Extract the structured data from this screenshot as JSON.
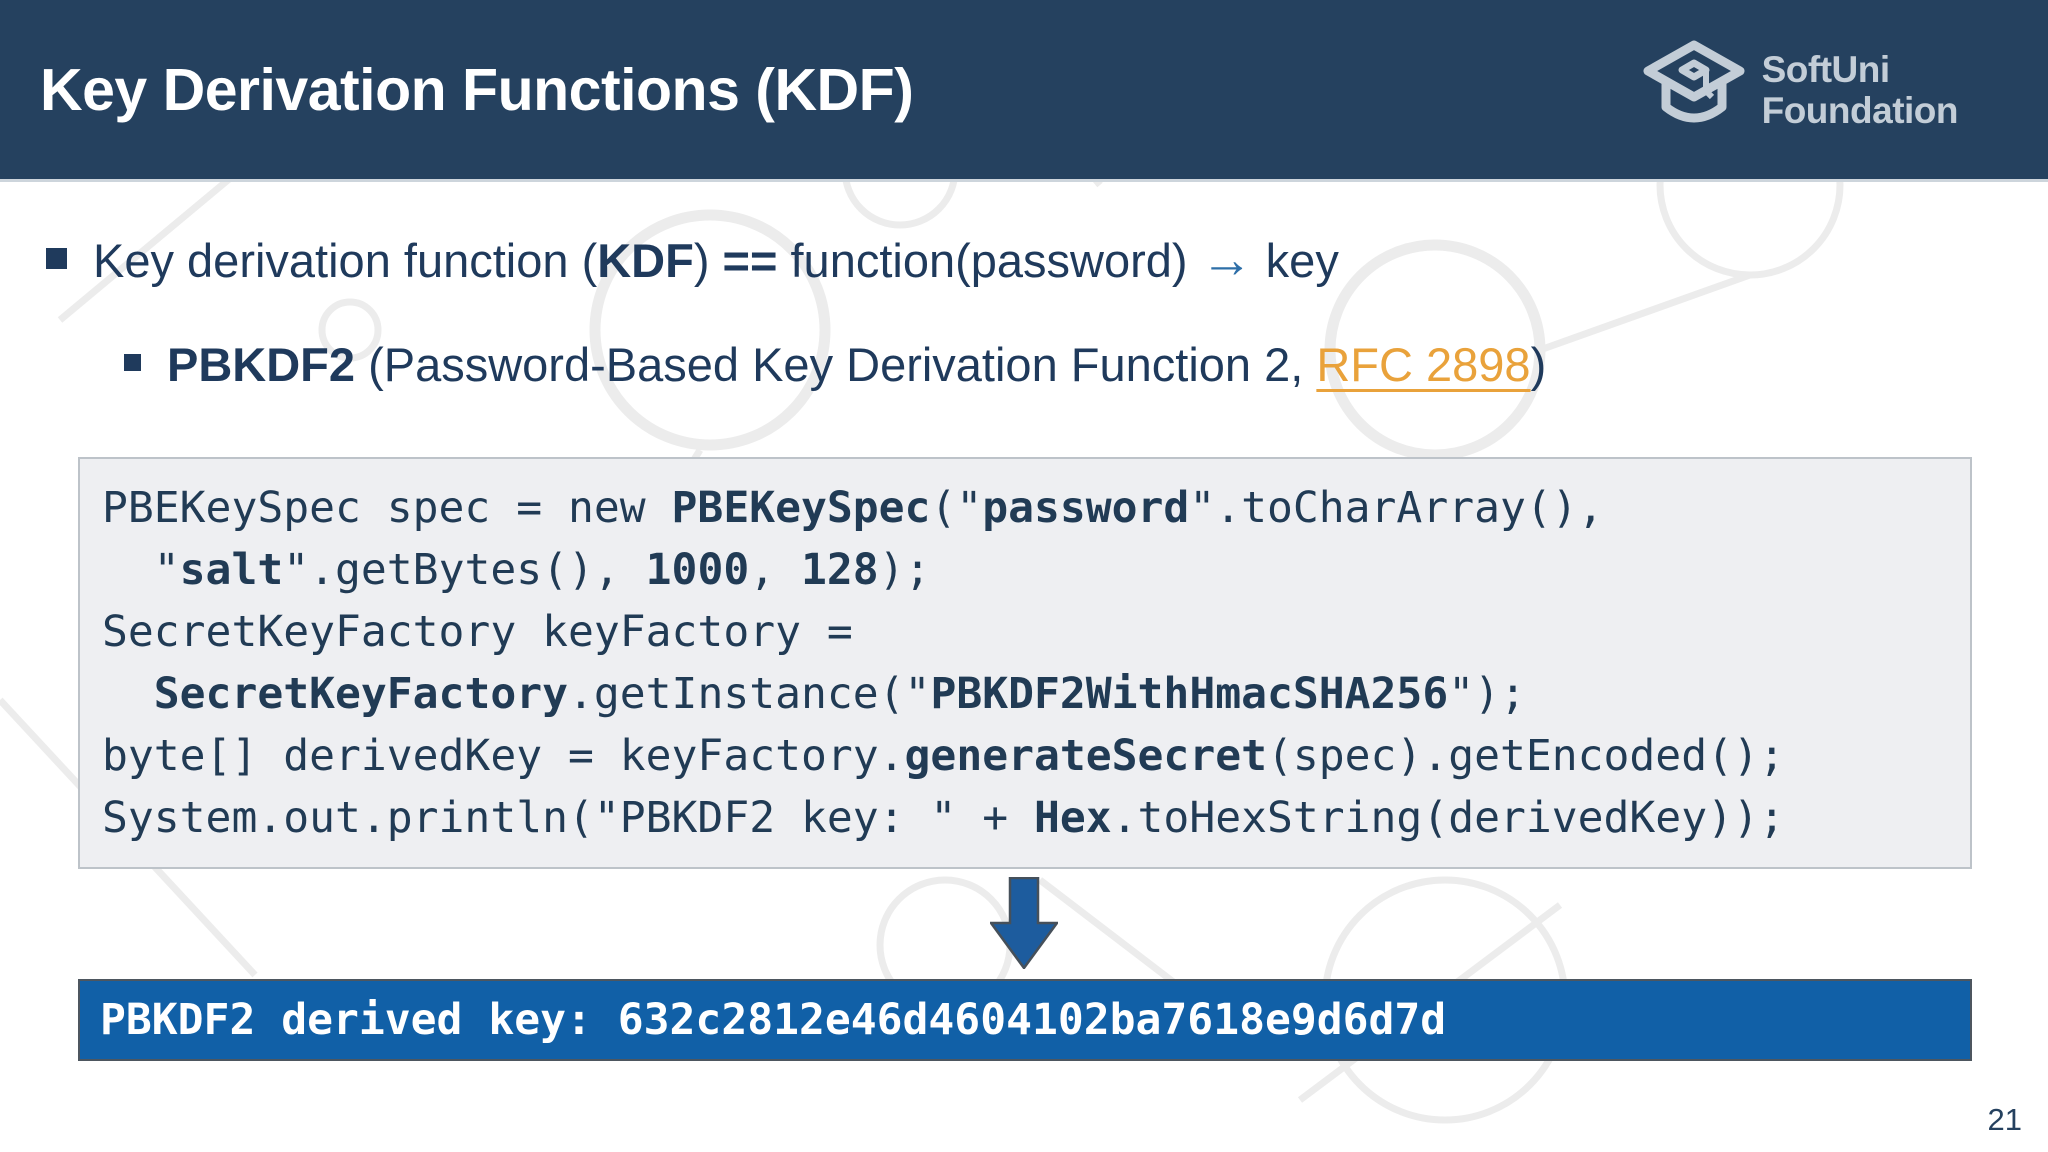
{
  "slide": {
    "header": {
      "title": "Key Derivation Functions (KDF)",
      "logo_line1": "SoftUni",
      "logo_line2": "Foundation"
    },
    "bullet1": {
      "pre": "Key derivation function (",
      "kdf": "KDF",
      "paren": ") ",
      "eq": "==",
      "mid": " function(password) ",
      "arrow": "→",
      "post": " key"
    },
    "bullet2": {
      "bold": "PBKDF2",
      "mid": " (Password-Based Key Derivation Function 2, ",
      "link": "RFC 2898",
      "post": ")"
    },
    "code": {
      "lines": [
        [
          {
            "text": "PBEKeySpec spec = new ",
            "bold": false
          },
          {
            "text": "PBEKeySpec",
            "bold": true
          },
          {
            "text": "(\"",
            "bold": false
          },
          {
            "text": "password",
            "bold": true
          },
          {
            "text": "\".toCharArray(),",
            "bold": false
          }
        ],
        [
          {
            "text": "  \"",
            "bold": false
          },
          {
            "text": "salt",
            "bold": true
          },
          {
            "text": "\".getBytes(), ",
            "bold": false
          },
          {
            "text": "1000",
            "bold": true
          },
          {
            "text": ", ",
            "bold": false
          },
          {
            "text": "128",
            "bold": true
          },
          {
            "text": ");",
            "bold": false
          }
        ],
        [
          {
            "text": "SecretKeyFactory keyFactory =",
            "bold": false
          }
        ],
        [
          {
            "text": "  ",
            "bold": false
          },
          {
            "text": "SecretKeyFactory",
            "bold": true
          },
          {
            "text": ".getInstance(\"",
            "bold": false
          },
          {
            "text": "PBKDF2WithHmacSHA256",
            "bold": true
          },
          {
            "text": "\");",
            "bold": false
          }
        ],
        [
          {
            "text": "byte[] derivedKey = keyFactory.",
            "bold": false
          },
          {
            "text": "generateSecret",
            "bold": true
          },
          {
            "text": "(spec).getEncoded();",
            "bold": false
          }
        ],
        [
          {
            "text": "System.out.println(\"PBKDF2 key: \" + ",
            "bold": false
          },
          {
            "text": "Hex",
            "bold": true
          },
          {
            "text": ".toHexString(derivedKey));",
            "bold": false
          }
        ]
      ]
    },
    "output": "PBKDF2 derived key: 632c2812e46d4604102ba7618e9d6d7d",
    "page_number": "21",
    "colors": {
      "header_bg": "#25415F",
      "body_text": "#1F3A5C",
      "link_orange": "#E9A23B",
      "code_bg": "#EEEFF2",
      "output_bg": "#1160A7",
      "arrow_blue": "#1D5C9E",
      "logo_light": "#C3CDD7"
    }
  }
}
